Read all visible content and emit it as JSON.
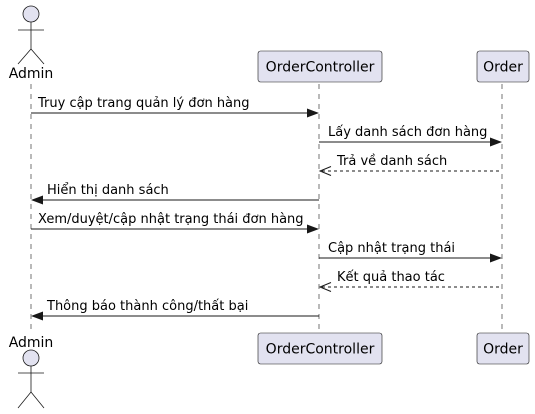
{
  "participants": {
    "admin": {
      "label": "Admin"
    },
    "controller": {
      "label": "OrderController"
    },
    "order": {
      "label": "Order"
    }
  },
  "messages": [
    {
      "text": "Truy cập trang quản lý đơn hàng",
      "from": "admin",
      "to": "controller",
      "style": "solid"
    },
    {
      "text": "Lấy danh sách đơn hàng",
      "from": "controller",
      "to": "order",
      "style": "solid"
    },
    {
      "text": "Trả về danh sách",
      "from": "order",
      "to": "controller",
      "style": "dashed"
    },
    {
      "text": "Hiển thị danh sách",
      "from": "controller",
      "to": "admin",
      "style": "solid"
    },
    {
      "text": "Xem/duyệt/cập nhật trạng thái đơn hàng",
      "from": "admin",
      "to": "controller",
      "style": "solid"
    },
    {
      "text": "Cập nhật trạng thái",
      "from": "controller",
      "to": "order",
      "style": "solid"
    },
    {
      "text": "Kết quả thao tác",
      "from": "order",
      "to": "controller",
      "style": "dashed"
    },
    {
      "text": "Thông báo thành công/thất bại",
      "from": "controller",
      "to": "admin",
      "style": "solid"
    }
  ]
}
